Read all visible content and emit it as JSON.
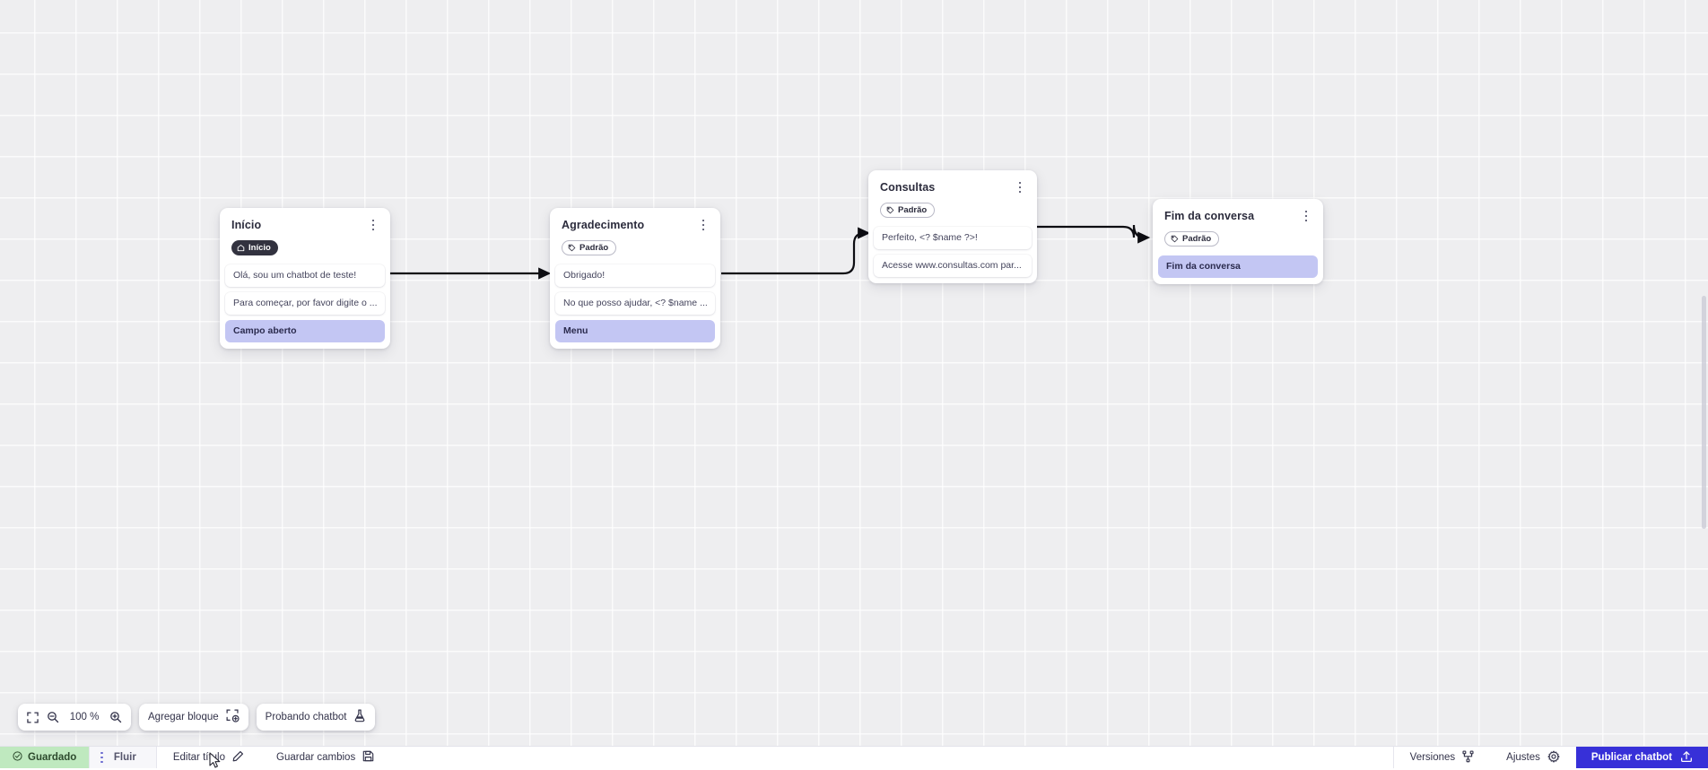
{
  "canvas": {
    "zoom_level": "100 %",
    "nodes": [
      {
        "id": "inicio",
        "title": "Início",
        "badge": {
          "label": "Início",
          "icon": "home-icon",
          "style": "dark"
        },
        "rows": [
          {
            "text": "Olá, sou um chatbot de teste!",
            "type": "message"
          },
          {
            "text": "Para começar, por favor digite o ...",
            "type": "message"
          },
          {
            "text": "Campo aberto",
            "type": "action"
          }
        ]
      },
      {
        "id": "agradecimento",
        "title": "Agradecimento",
        "badge": {
          "label": "Padrão",
          "icon": "tag-icon",
          "style": "outline"
        },
        "rows": [
          {
            "text": "Obrigado!",
            "type": "message"
          },
          {
            "text": "No que posso ajudar, <? $name ...",
            "type": "message"
          },
          {
            "text": "Menu",
            "type": "action"
          }
        ]
      },
      {
        "id": "consultas",
        "title": "Consultas",
        "badge": {
          "label": "Padrão",
          "icon": "tag-icon",
          "style": "outline"
        },
        "rows": [
          {
            "text": "Perfeito, <? $name ?>!",
            "type": "message"
          },
          {
            "text": "Acesse www.consultas.com par...",
            "type": "message"
          }
        ]
      },
      {
        "id": "fim",
        "title": "Fim da conversa",
        "badge": {
          "label": "Padrão",
          "icon": "tag-icon",
          "style": "outline"
        },
        "rows": [
          {
            "text": "Fim da conversa",
            "type": "action"
          }
        ]
      }
    ]
  },
  "toolbar": {
    "fit_icon": "fit-screen-icon",
    "zoom_out_icon": "zoom-out-icon",
    "zoom_value": "100 %",
    "zoom_in_icon": "zoom-in-icon",
    "add_block_label": "Agregar bloque",
    "add_block_icon": "add-block-icon",
    "test_chatbot_label": "Probando chatbot",
    "test_chatbot_icon": "flask-icon"
  },
  "statusbar": {
    "saved_label": "Guardado",
    "saved_icon": "check-circle-icon",
    "saved_color": "#bfe9bf",
    "flow_tab_label": "Fluir",
    "flow_tab_menu_icon": "dots-vertical-icon",
    "edit_title_label": "Editar título",
    "edit_title_icon": "pencil-icon",
    "save_changes_label": "Guardar cambios",
    "save_changes_icon": "floppy-icon",
    "versions_label": "Versiones",
    "versions_icon": "branch-icon",
    "settings_label": "Ajustes",
    "settings_icon": "gear-icon",
    "publish_label": "Publicar chatbot",
    "publish_icon": "upload-icon",
    "publish_color": "#3730d8"
  }
}
